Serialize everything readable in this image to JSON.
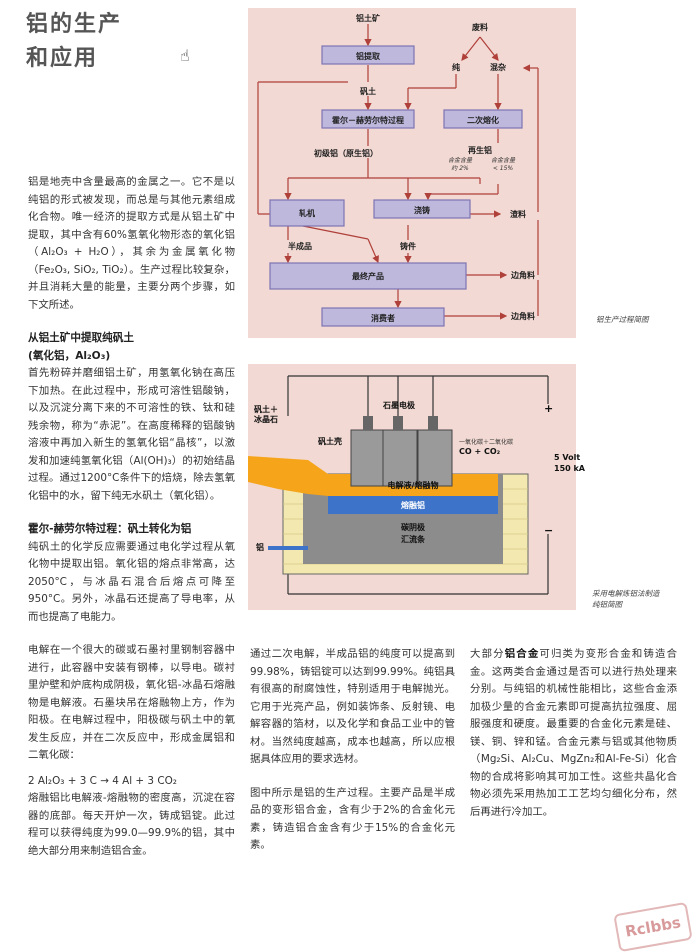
{
  "page": {
    "title_line1": "铝的生产",
    "title_line2": "和应用",
    "cursor_glyph": "☝"
  },
  "left_column": {
    "intro": "铝是地壳中含量最高的金属之一。它不是以纯铝的形式被发现，而总是与其他元素组成化合物。唯一经济的提取方式是从铝土矿中提取，其中含有60%氢氧化物形态的氧化铝（Al₂O₃ + H₂O），其余为金属氧化物（Fe₂O₃, SiO₂, TiO₂）。生产过程比较复杂，并且消耗大量的能量，主要分两个步骤，如下文所述。",
    "h1_line1": "从铝土矿中提取纯矾土",
    "h1_line2": "(氧化铝，Al₂O₃)",
    "p1": "首先粉碎并磨细铝土矿，用氢氧化钠在高压下加热。在此过程中，形成可溶性铝酸钠，以及沉淀分离下来的不可溶性的铁、钛和硅残余物，称为“赤泥”。在高度稀释的铝酸钠溶液中再加入新生的氢氧化铝“晶核”，以激发和加速纯氢氧化铝（Al(OH)₃）的初始结晶过程。通过1200°C条件下的焙烧，除去氢氧化铝中的水，留下纯无水矾土（氧化铝）。",
    "h2": "霍尔-赫劳尔特过程：矾土转化为铝",
    "p2": "纯矾土的化学反应需要通过电化学过程从氧化物中提取出铝。氧化铝的熔点非常高，达2050°C，与冰晶石混合后熔点可降至950°C。另外，冰晶石还提高了导电率，从而也提高了电能力。",
    "p3": "电解在一个很大的碳或石墨衬里钢制容器中进行，此容器中安装有钢棒，以导电。碳衬里炉壁和炉底构成阴极，氧化铝-冰晶石熔融物是电解液。石墨块吊在熔融物上方，作为阳极。在电解过程中，阳极碳与矾土中的氧发生反应，并在二次反应中，形成金属铝和二氧化碳：",
    "formula": "2 Al₂O₃ + 3 C → 4 Al + 3 CO₂",
    "p4": "熔融铝比电解液-熔融物的密度高，沉淀在容器的底部。每天开炉一次，铸成铝锭。此过程可以获得纯度为99.0—99.9%的铝，其中绝大部分用来制造铝合金。"
  },
  "mid_column": {
    "p1": "通过二次电解，半成品铝的纯度可以提高到99.98%，铸铝锭可以达到99.99%。纯铝具有很高的耐腐蚀性，特别适用于电解抛光。它用于光亮产品，例如装饰条、反射镜、电解容器的箔材，以及化学和食品工业中的管材。当然纯度越高，成本也越高，所以应根据具体应用的要求选材。",
    "p2": "图中所示是铝的生产过程。主要产品是半成品的变形铝合金，含有少于2%的合金化元素，铸造铝合金含有少于15%的合金化元素。"
  },
  "right_column": {
    "p1_prefix": "大部分",
    "p1_bold": "铝合金",
    "p1_rest": "可归类为变形合金和铸造合金。这两类合金通过是否可以进行热处理来分别。与纯铝的机械性能相比，这些合金添加极少量的合金元素即可提高抗拉强度、屈服强度和硬度。最重要的合金化元素是硅、镁、铜、锌和锰。合金元素与铝或其他物质（Mg₂Si、Al₂Cu、MgZn₂和Al-Fe-Si）化合物的合成将影响其可加工性。这些共晶化合物必须先采用热加工工艺均匀细化分布，然后再进行冷加工。"
  },
  "flowchart": {
    "bauxite": "铝土矿",
    "alumina_extraction": "铝提取",
    "alumina": "矾土",
    "hall_heroult": "霍尔－赫劳尔特过程",
    "primary_al": "初级铝（原生铝）",
    "scrap": "废料",
    "pure": "纯",
    "mixed": "混杂",
    "remelting": "二次熔化",
    "recycled_al": "再生铝",
    "alloy_content_1": "合金含量",
    "alloy_content_1b": "约 2%",
    "alloy_content_2": "合金含量",
    "alloy_content_2b": "< 15%",
    "rolling": "轧机",
    "casting": "浇铸",
    "dross": "渣料",
    "semi_finished": "半成品",
    "castings": "铸件",
    "final_product": "最终产品",
    "offcuts_1": "边角料",
    "consumer": "消费者",
    "offcuts_2": "边角料",
    "caption": "铝生产过程简图"
  },
  "cell": {
    "alumina_cryolite": "矾土＋\n冰晶石",
    "graphite_electrodes": "石墨电极",
    "alumina_crust": "矾土壳",
    "gas_label": "一氧化碳＋二氧化碳",
    "gas_formula": "CO + CO₂",
    "electrolyte": "电解液/熔融物",
    "molten_al": "熔融铝",
    "cathode_1": "碳阴极",
    "cathode_2": "汇流条",
    "aluminium": "铝",
    "voltage": "5 Volt",
    "current": "150 kA",
    "plus": "+",
    "minus": "−",
    "caption_1": "采用电解炼铝法制造",
    "caption_2": "纯铝简图"
  },
  "watermark": "Rclbbs",
  "colors": {
    "panel": "#f2d9d3",
    "box": "#bfb8dd",
    "box_border": "#7d74b4",
    "arrow": "#b0403a",
    "electrolyte": "#f6a419",
    "molten": "#3d73c8",
    "cathode": "#8c8c8c",
    "brick": "#f3e9b0"
  }
}
